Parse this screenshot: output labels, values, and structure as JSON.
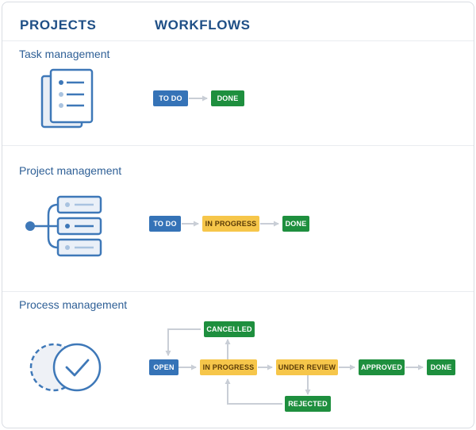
{
  "headers": {
    "projects": "PROJECTS",
    "workflows": "WORKFLOWS"
  },
  "sections": {
    "task": {
      "title": "Task management",
      "statuses": {
        "todo": "TO DO",
        "done": "DONE"
      }
    },
    "project": {
      "title": "Project management",
      "statuses": {
        "todo": "TO DO",
        "in_progress": "IN PROGRESS",
        "done": "DONE"
      }
    },
    "process": {
      "title": "Process management",
      "statuses": {
        "open": "OPEN",
        "cancelled": "CANCELLED",
        "in_progress": "IN PROGRESS",
        "under_review": "UNDER REVIEW",
        "approved": "APPROVED",
        "rejected": "REJECTED",
        "done": "DONE"
      }
    }
  },
  "colors": {
    "blue": "#3573b7",
    "green": "#1e8f3e",
    "yellow": "#f6c64a",
    "title": "#1f4f86",
    "arrow": "#c9ced6"
  },
  "icons": {
    "task": "document-list-icon",
    "project": "server-tree-icon",
    "process": "check-circle-icon"
  }
}
